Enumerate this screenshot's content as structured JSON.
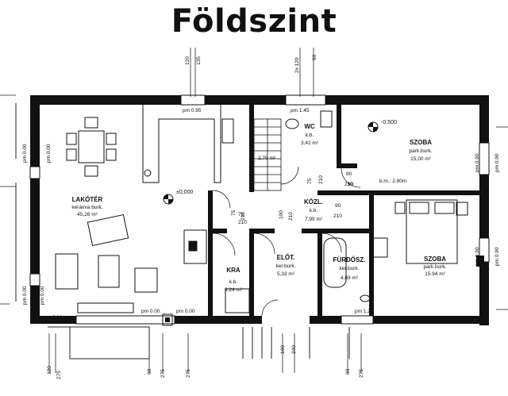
{
  "title": "Földszint",
  "rooms": [
    {
      "name": "LAKÓTÉR",
      "floor": "kerámia burk.",
      "area": "45,26 m²"
    },
    {
      "name": "WC",
      "floor": "k.b.",
      "area": "3,42 m²"
    },
    {
      "name": "SZOBA",
      "floor": "park.burk.",
      "area": "15,00 m²"
    },
    {
      "name": "KÖZL.",
      "floor": "k.b.",
      "area": "7,99 m²"
    },
    {
      "name": "SZOBA",
      "floor": "park.burk.",
      "area": "15.94 m²"
    },
    {
      "name": "KRA",
      "floor": "k.b.",
      "area": "3,24 m²"
    },
    {
      "name": "ELŐT.",
      "floor": "ker.burk.",
      "area": "5,33 m²"
    },
    {
      "name": "FÜRDŐSZ.",
      "floor": "ker.burk.",
      "area": "4,69 m²"
    }
  ],
  "levels": {
    "main": "±0,000",
    "room": "-0.500"
  },
  "hm_note": "b.m.: 2.80m",
  "window_labels": [
    "pm 0.95",
    "pm 1.45",
    "pm 0.00",
    "pm 0.00",
    "pm 0.00",
    "pm 0.00",
    "pm 0.00",
    "pm 0.00",
    "pm 0.00",
    "pm 0.90",
    "pm 0.90",
    "pm 0.90",
    "pm 0.90",
    "pm 1.20"
  ],
  "dims_top": [
    "120",
    "135",
    "2x 120",
    "90"
  ],
  "dims_inner": [
    "75",
    "210",
    "90",
    "210",
    "90",
    "210",
    "75",
    "210",
    "100",
    "210",
    "90",
    "210",
    "75",
    "210"
  ],
  "dims_bottom": [
    "120",
    "275",
    "60",
    "275",
    "275",
    "100",
    "240",
    "60",
    "275"
  ],
  "stair_label": "2,79 m²"
}
